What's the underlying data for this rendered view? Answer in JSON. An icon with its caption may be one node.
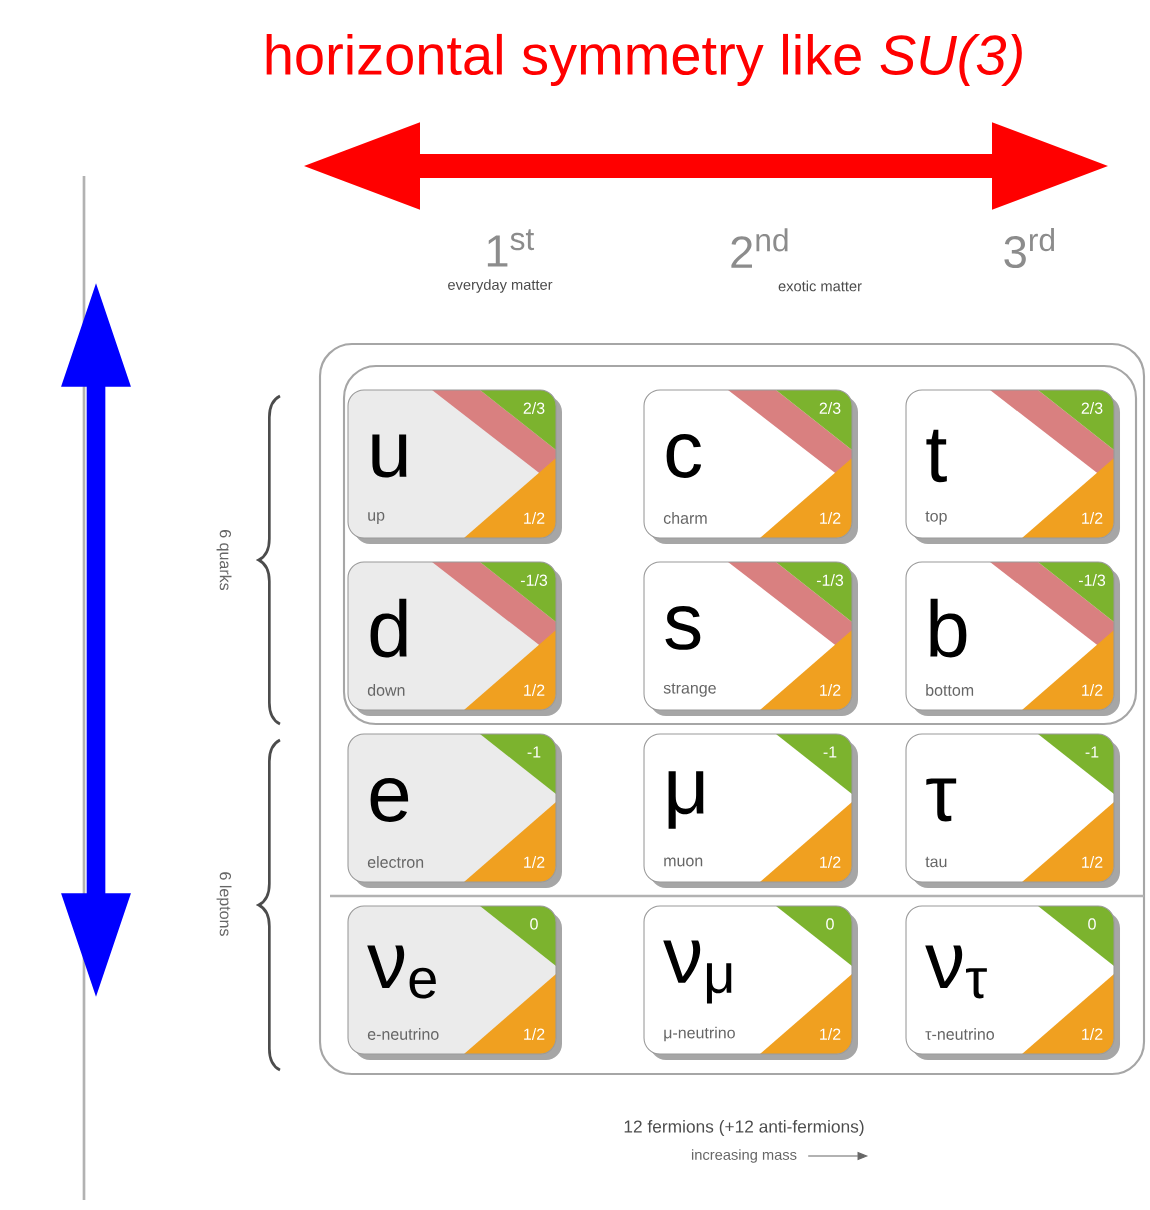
{
  "diagram": {
    "title": "horizontal symmetry like *SU(3)*",
    "nodes": [
      {
        "text": [],
        "shape": "box"
      },
      {
        "text": [],
        "shape": "box",
        "in": 0
      },
      {
        "text": [
          "u",
          "up",
          "2/3",
          "1/2"
        ],
        "in": 1
      },
      {
        "text": [
          "c",
          "charm",
          "2/3",
          "1/2"
        ],
        "in": 1
      },
      {
        "text": [
          "t",
          "top",
          "2/3",
          "1/2"
        ],
        "in": 1
      },
      {
        "text": [
          "d",
          "down",
          "-1/3",
          "1/2"
        ],
        "in": 1
      },
      {
        "text": [
          "s",
          "strange",
          "-1/3",
          "1/2"
        ],
        "in": 1
      },
      {
        "text": [
          "b",
          "bottom",
          "-1/3",
          "1/2"
        ],
        "in": 1
      },
      {
        "text": [
          "e",
          "electron",
          "-1",
          "1/2"
        ],
        "in": 0
      },
      {
        "text": [
          "μ",
          "muon",
          "-1",
          "1/2"
        ],
        "in": 0
      },
      {
        "text": [
          "τ",
          "tau",
          "-1",
          "1/2"
        ],
        "in": 0
      },
      {
        "text": [
          "ν$_{e}$",
          "e-neutrino",
          "0",
          "1/2"
        ],
        "in": 0
      },
      {
        "text": [
          "ν$_{μ}$",
          "μ-neutrino",
          "0",
          "1/2"
        ],
        "in": 0
      },
      {
        "text": [
          "ν$_{τ}$",
          "τ-neutrino",
          "0",
          "1/2"
        ],
        "in": 0
      }
    ],
    "labels": [
      "1$^{st}$",
      "2$^{nd}$",
      "3$^{rd}$",
      "everyday matter",
      "exotic matter",
      "6 quarks",
      "6 leptons",
      "12 fermions (+12 anti-fermions)",
      "increasing mass"
    ]
  }
}
